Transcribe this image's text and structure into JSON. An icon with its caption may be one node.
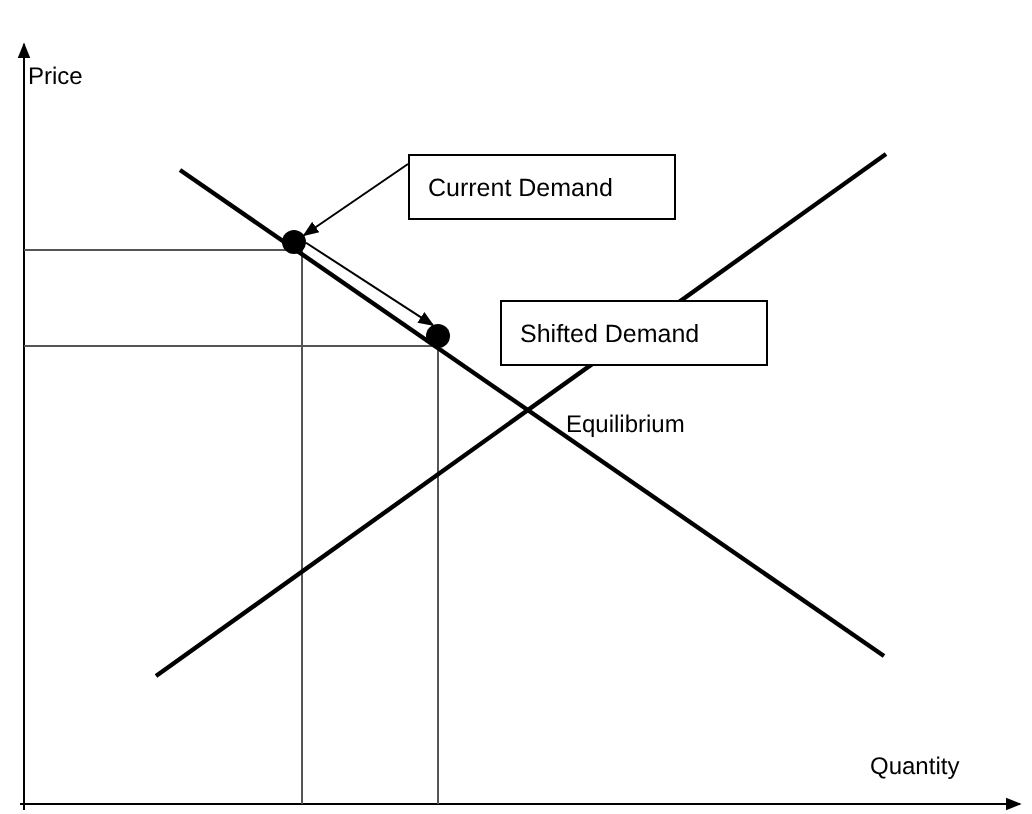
{
  "diagram": {
    "nodes": [
      {
        "text": [
          "Current Demand"
        ]
      },
      {
        "text": [
          "Shifted Demand"
        ]
      },
      {
        "text": [],
        "shape": "circle"
      },
      {
        "text": [],
        "shape": "circle"
      }
    ],
    "edges": [
      {
        "from": 0,
        "to": 2,
        "arrow": "to"
      },
      {
        "from": 2,
        "to": 3,
        "arrow": "to"
      }
    ],
    "labels": [
      "Price",
      "Quantity",
      "Equilibrium"
    ]
  }
}
